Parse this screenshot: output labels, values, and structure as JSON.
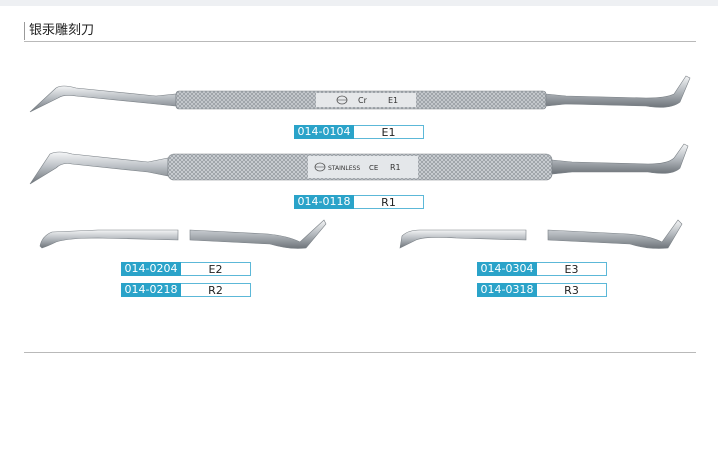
{
  "page": {
    "title": "银汞雕刻刀"
  },
  "instruments": [
    {
      "engraving": [
        "Cr",
        "E1"
      ],
      "variants": [
        {
          "code": "014-0104",
          "model": "E1"
        }
      ]
    },
    {
      "engraving": [
        "STAINLESS",
        "CE",
        "R1"
      ],
      "variants": [
        {
          "code": "014-0118",
          "model": "R1"
        }
      ]
    },
    {
      "variants": [
        {
          "code": "014-0204",
          "model": "E2"
        },
        {
          "code": "014-0218",
          "model": "R2"
        }
      ]
    },
    {
      "variants": [
        {
          "code": "014-0304",
          "model": "E3"
        },
        {
          "code": "014-0318",
          "model": "R3"
        }
      ]
    }
  ],
  "colors": {
    "code_tag": "#2aa3c9",
    "tag_border": "#5cb8d8",
    "rule": "#b9b9b9"
  },
  "icons": [
    "carver-instrument-icon"
  ]
}
